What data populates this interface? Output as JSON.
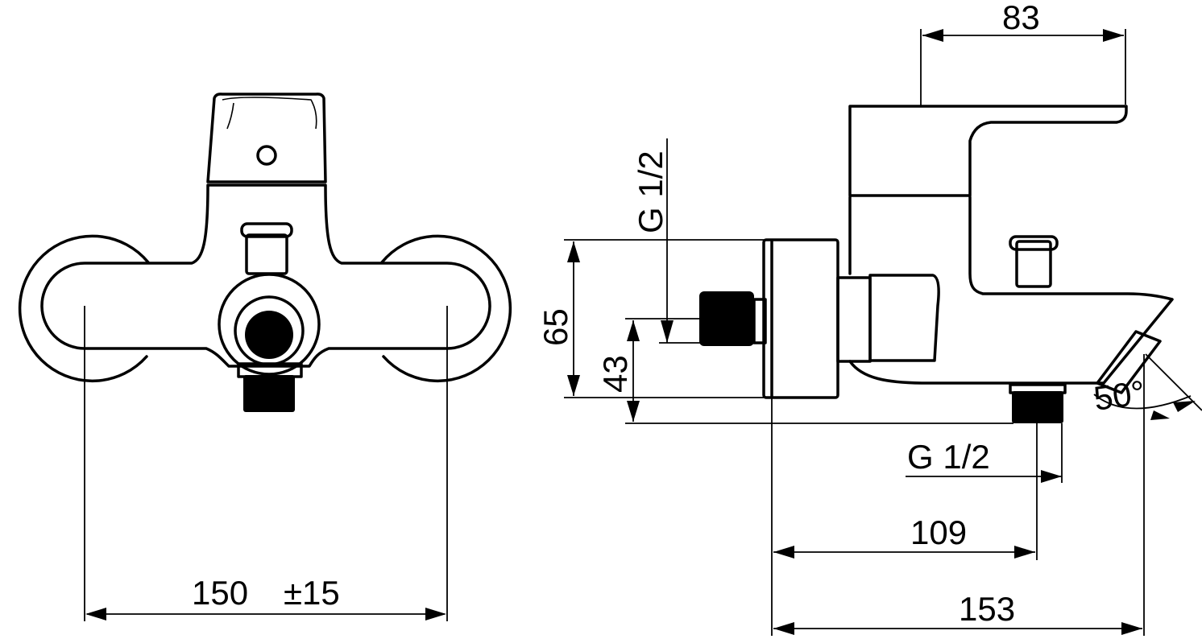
{
  "front_view": {
    "center_distance": "150",
    "tolerance": "±15"
  },
  "side_view": {
    "handle_reach": "83",
    "inlet_thread": "G 1/2",
    "height_total": "65",
    "height_outlet": "43",
    "outlet_thread": "G 1/2",
    "outlet_depth": "109",
    "spout_depth": "153",
    "spout_angle": "50°"
  }
}
